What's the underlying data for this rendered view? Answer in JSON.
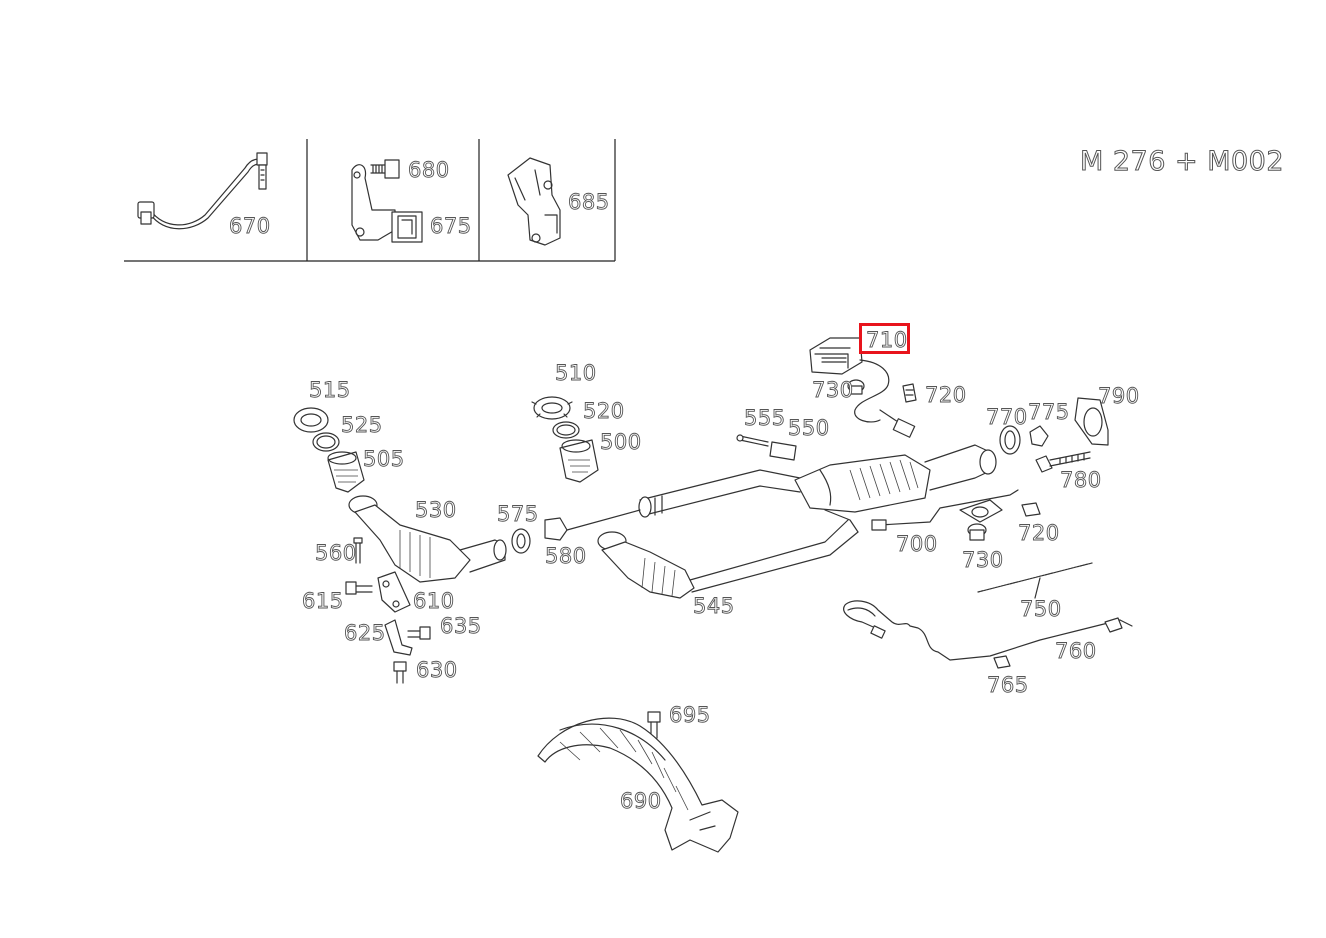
{
  "model_code": "M 276 + M002",
  "highlight": {
    "part": "710",
    "color": "#e8141c"
  },
  "inset_labels": [
    "670",
    "680",
    "675",
    "685"
  ],
  "part_labels": [
    "710",
    "730",
    "720",
    "555",
    "550",
    "770",
    "775",
    "790",
    "780",
    "510",
    "520",
    "500",
    "515",
    "525",
    "505",
    "530",
    "575",
    "580",
    "560",
    "615",
    "610",
    "625",
    "635",
    "630",
    "545",
    "700",
    "720",
    "730",
    "750",
    "760",
    "765",
    "695",
    "690"
  ]
}
